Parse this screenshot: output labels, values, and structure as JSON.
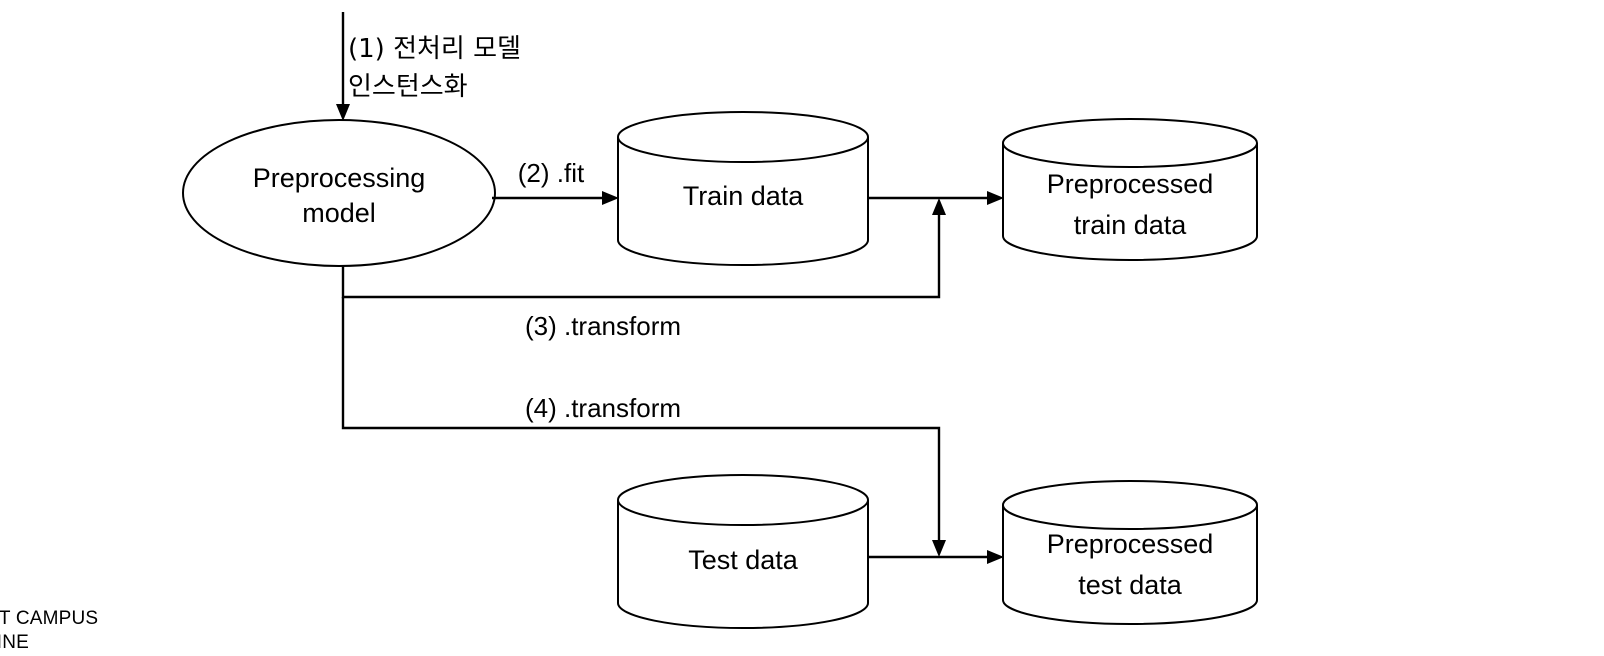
{
  "diagram": {
    "title_present": false,
    "background_color": "#ffffff",
    "stroke_color": "#000000",
    "nodes": [
      {
        "id": "preprocessing-model",
        "shape": "ellipse",
        "line1": "Preprocessing",
        "line2": "model"
      },
      {
        "id": "train-data",
        "shape": "cylinder",
        "line1": "Train data",
        "line2": ""
      },
      {
        "id": "preprocessed-train-data",
        "shape": "cylinder",
        "line1": "Preprocessed",
        "line2": "train data"
      },
      {
        "id": "test-data",
        "shape": "cylinder",
        "line1": "Test data",
        "line2": ""
      },
      {
        "id": "preprocessed-test-data",
        "shape": "cylinder",
        "line1": "Preprocessed",
        "line2": "test data"
      }
    ],
    "edges": [
      {
        "id": "step-1",
        "label_line1": "(1) 전처리 모델",
        "label_line2": "인스턴스화"
      },
      {
        "id": "step-2",
        "label": "(2) .fit"
      },
      {
        "id": "step-3",
        "label": "(3) .transform"
      },
      {
        "id": "step-4",
        "label": "(4) .transform"
      }
    ]
  },
  "footer": {
    "line1": "ST CAMPUS",
    "line2": "LINE"
  }
}
